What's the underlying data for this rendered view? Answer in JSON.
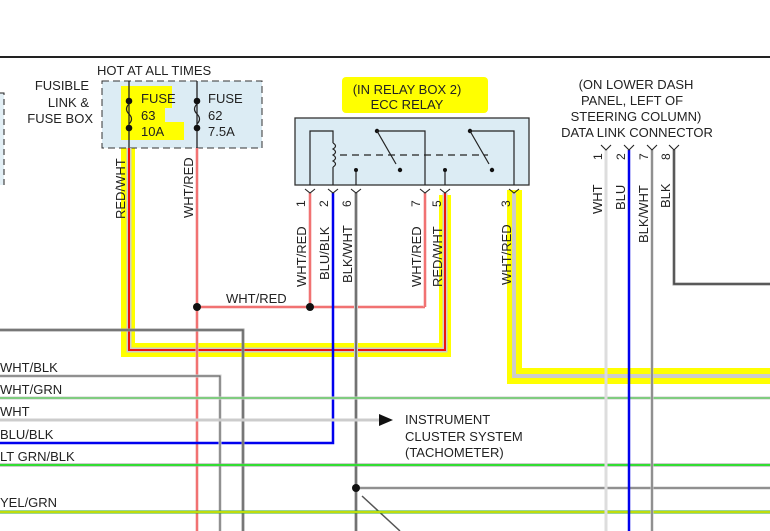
{
  "fuse_box": {
    "header": "HOT AT ALL TIMES",
    "label_lines": [
      "FUSIBLE",
      "LINK &",
      "FUSE BOX"
    ],
    "fuses": [
      {
        "name": "FUSE",
        "number": "63",
        "rating": "10A",
        "highlighted": true
      },
      {
        "name": "FUSE",
        "number": "62",
        "rating": "7.5A",
        "highlighted": false
      }
    ],
    "wires": [
      "RED/WHT",
      "WHT/RED"
    ]
  },
  "relay": {
    "location": "(IN RELAY BOX 2)",
    "name": "ECC RELAY",
    "pins": [
      {
        "pin": "1",
        "wire": "WHT/RED"
      },
      {
        "pin": "2",
        "wire": "BLU/BLK"
      },
      {
        "pin": "6",
        "wire": "BLK/WHT"
      },
      {
        "pin": "7",
        "wire": "WHT/RED"
      },
      {
        "pin": "5",
        "wire": "RED/WHT"
      },
      {
        "pin": "3",
        "wire": "WHT/RED"
      }
    ]
  },
  "dlc": {
    "location_lines": [
      "(ON LOWER DASH",
      "PANEL, LEFT OF",
      "STEERING COLUMN)"
    ],
    "name": "DATA LINK CONNECTOR",
    "pins": [
      {
        "pin": "1",
        "wire": "WHT"
      },
      {
        "pin": "2",
        "wire": "BLU"
      },
      {
        "pin": "7",
        "wire": "BLK/WHT"
      },
      {
        "pin": "8",
        "wire": "BLK"
      }
    ]
  },
  "splice_label": "WHT/RED",
  "left_wires": [
    "WHT/BLK",
    "WHT/GRN",
    "WHT",
    "BLU/BLK",
    "LT GRN/BLK",
    "YEL/GRN"
  ],
  "destination": {
    "lines": [
      "INSTRUMENT",
      "CLUSTER SYSTEM",
      "(TACHOMETER)"
    ]
  },
  "colors": {
    "highlight": "#ffff00",
    "red": "#ee1111",
    "pink": "#f08080",
    "blue": "#0000ee",
    "gray": "#888888",
    "dark_gray": "#555555",
    "light_gray": "#cccccc",
    "green": "#33cc33",
    "box_fill": "#dcecf4"
  }
}
